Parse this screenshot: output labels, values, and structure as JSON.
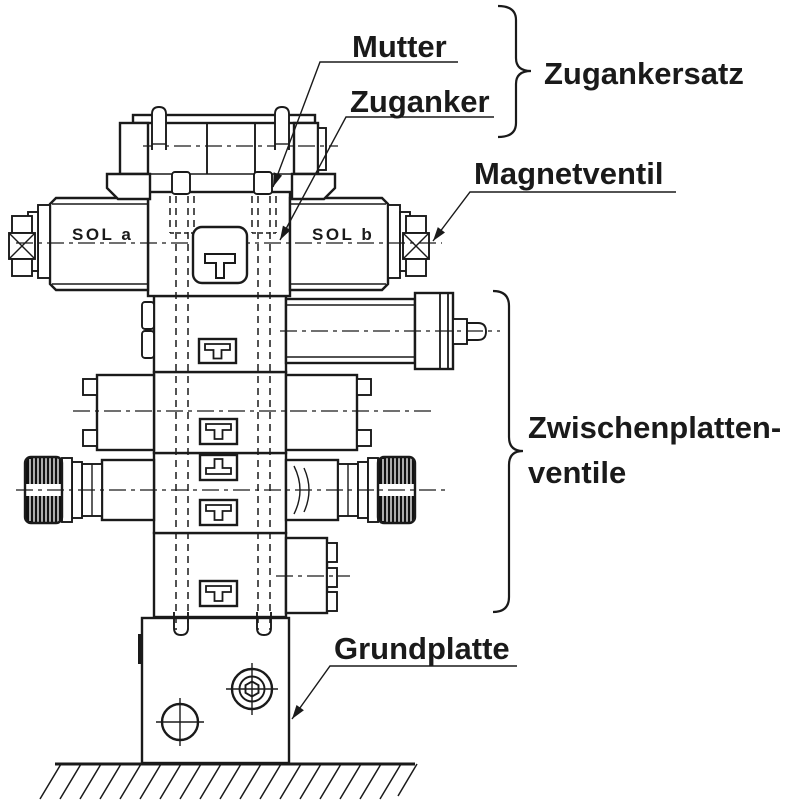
{
  "diagram": {
    "type": "technical-drawing",
    "subject": "hydraulic valve stack side view",
    "colors": {
      "line": "#1a1a1a",
      "background": "#ffffff"
    },
    "labels": {
      "mutter": "Mutter",
      "zuganker": "Zuganker",
      "zugankersatz": "Zugankersatz",
      "magnetventil": "Magnetventil",
      "zwischenplatten_line1": "Zwischenplatten-",
      "zwischenplatten_line2": "ventile",
      "grundplatte": "Grundplatte",
      "sol_a": "SOL a",
      "sol_b": "SOL b"
    }
  }
}
